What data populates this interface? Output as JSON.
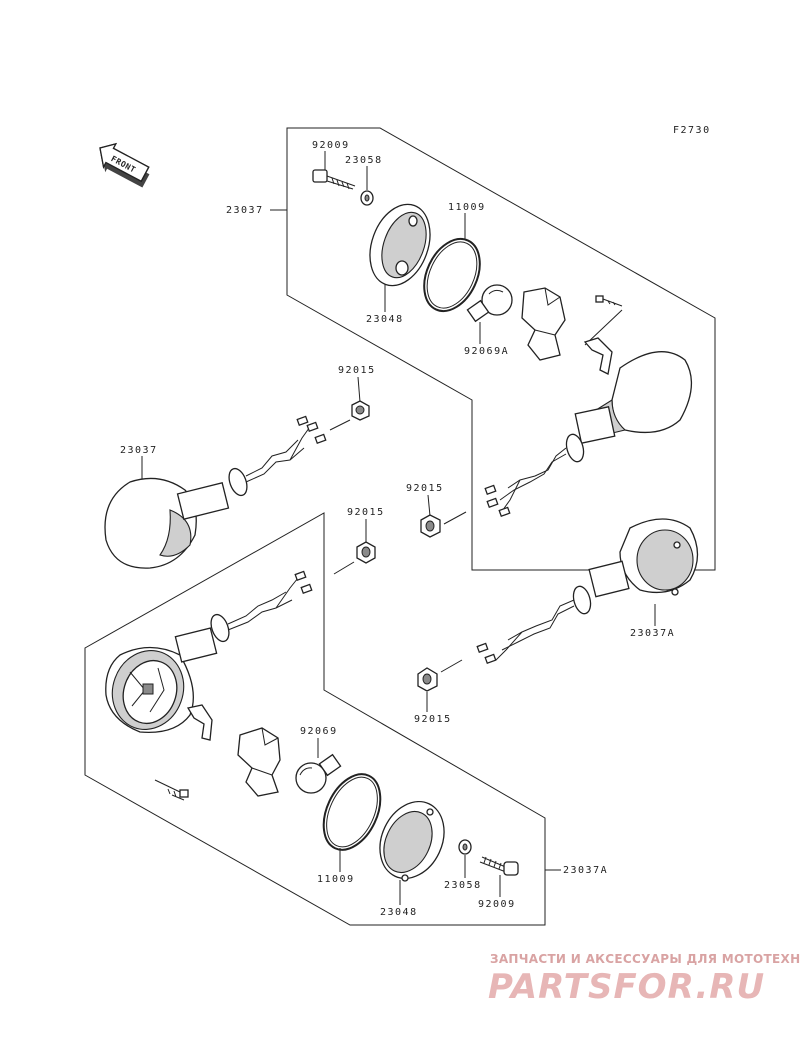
{
  "figure_code": "F2730",
  "front_badge": "FRONT",
  "labels": {
    "upper": {
      "bolt": "92009",
      "washer": "23058",
      "assembly": "23037",
      "gasket": "11009",
      "lens": "23048",
      "bulb": "92069A"
    },
    "middle": {
      "nut_upper": "92015",
      "left_assembly": "23037",
      "nut_right": "92015",
      "nut_left": "92015",
      "right_assembly": "23037A",
      "nut_lower": "92015"
    },
    "lower": {
      "bulb": "92069",
      "gasket": "11009",
      "lens": "23048",
      "washer": "23058",
      "bolt": "92009",
      "assembly": "23037A"
    }
  },
  "watermark": {
    "caption": "ЗАПЧАСТИ И АКСЕССУАРЫ ДЛЯ МОТОТЕХНИКИ",
    "logo": "PARTSFOR.RU"
  }
}
